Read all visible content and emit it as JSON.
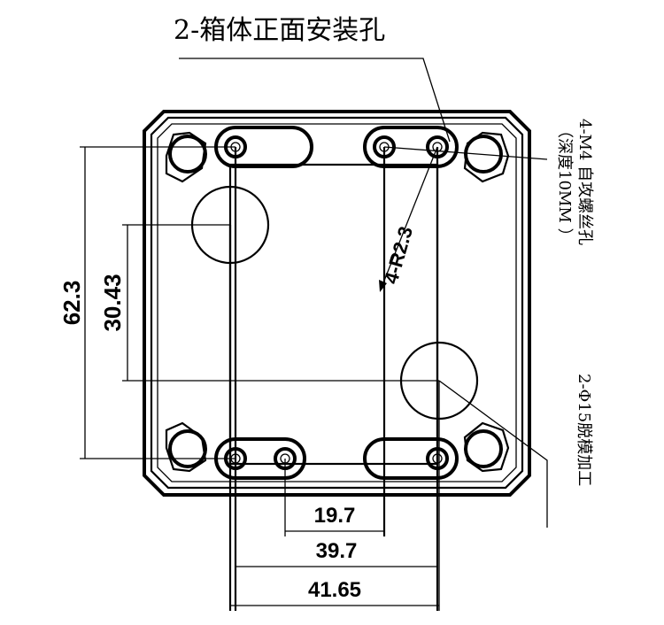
{
  "labels": {
    "top_callout": "2-箱体正面安装孔",
    "right_callout_line1": "4-M4 自攻螺丝孔",
    "right_callout_line2": "（深度10MM  ）",
    "bottom_right_callout": "2-Φ15脱模加工",
    "radius": "4-R2.3"
  },
  "dimensions": {
    "d_62_3": "62.3",
    "d_30_43": "30.43",
    "d_19_7": "19.7",
    "d_39_7": "39.7",
    "d_41_65": "41.65"
  },
  "colors": {
    "ink": "#000000",
    "paper": "#ffffff"
  }
}
